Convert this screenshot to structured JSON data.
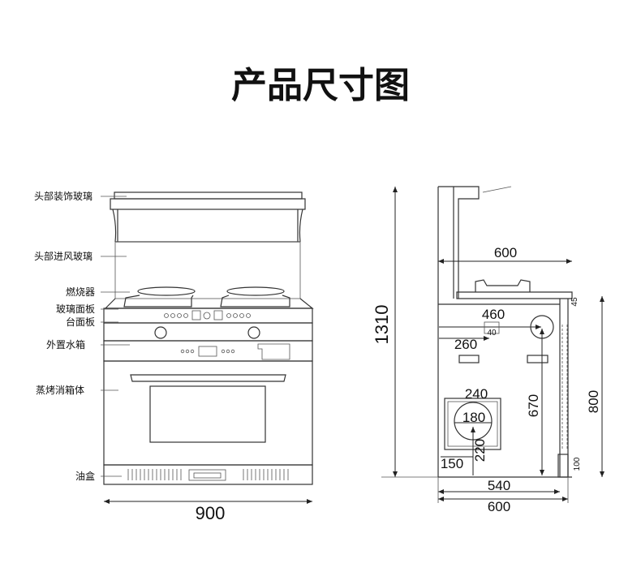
{
  "title": "产品尺寸图",
  "front_view": {
    "labels": [
      "头部装饰玻璃",
      "头部进风玻璃",
      "燃烧器",
      "玻璃面板",
      "台面板",
      "外置水箱",
      "蒸烤消箱体",
      "油盒"
    ],
    "width": "900"
  },
  "side_view": {
    "height_total": "1310",
    "depth_top": "600",
    "d460": "460",
    "d260": "260",
    "d40": "40",
    "d45": "45",
    "d240": "240",
    "d180": "180",
    "d220": "220",
    "d150": "150",
    "d670": "670",
    "d800": "800",
    "d100": "100",
    "d540": "540",
    "depth_bottom": "600"
  }
}
